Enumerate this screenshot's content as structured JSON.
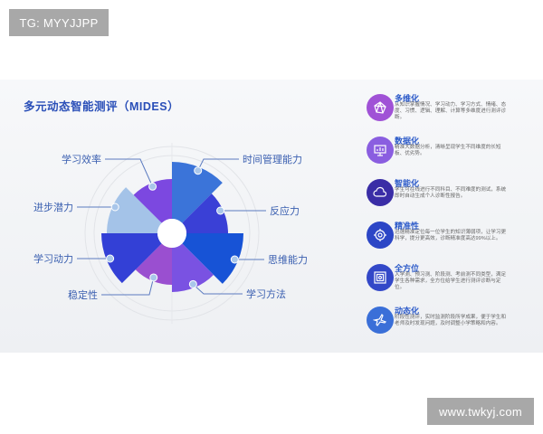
{
  "watermarks": {
    "top_left": "TG: MYYJJPP",
    "bottom_right": "www.twkyj.com"
  },
  "title": "多元动态智能测评（MIDES）",
  "chart_data": {
    "type": "rose",
    "categories": [
      "时间管理能力",
      "反应力",
      "思维能力",
      "学习方法",
      "稳定性",
      "学习动力",
      "进步潜力",
      "学习效率"
    ],
    "values": [
      79,
      62,
      79,
      65,
      57,
      78,
      72,
      60
    ],
    "colors": [
      "#3b74d9",
      "#3a40d6",
      "#1753d6",
      "#7a52e2",
      "#9a4fd0",
      "#3340d6",
      "#a4c3e8",
      "#7c48e0"
    ],
    "title": "",
    "xlabel": "",
    "ylabel": "",
    "grid": true
  },
  "features": [
    {
      "title": "多维化",
      "desc": "从知识掌握情况、学习动力、学习方式、情绪、态度、习惯、逻辑、理解、计算等多维度进行测评诊断。",
      "icon": "network-icon",
      "color": "#a052d6"
    },
    {
      "title": "数据化",
      "desc": "精准大数据分析，清晰呈现学生不同维度的长短板、优劣势。",
      "icon": "monitor-chart-icon",
      "color": "#8a5ee0"
    },
    {
      "title": "智能化",
      "desc": "学生可在线进行不同科目、不同难度的测试，系统即时自动生成个人诊断性报告。",
      "icon": "cloud-icon",
      "color": "#3a2da6"
    },
    {
      "title": "精准性",
      "desc": "迅速精准定位每一位学生的知识薄弱项，让学习更科学，提分更高效，诊断精准度高达99%以上。",
      "icon": "target-icon",
      "color": "#2c46c6"
    },
    {
      "title": "全方位",
      "desc": "入学测、预习测、阶段测、考前测不同类型，满足学生各种需求，全方位给学生进行测评诊断与定位。",
      "icon": "safe-icon",
      "color": "#3348c8"
    },
    {
      "title": "动态化",
      "desc": "阶段性测评，实时监测阶段所学成果，便于学生和老师及时发现问题，及时调整小学策略和内容。",
      "icon": "plane-icon",
      "color": "#3a6fd8"
    }
  ]
}
